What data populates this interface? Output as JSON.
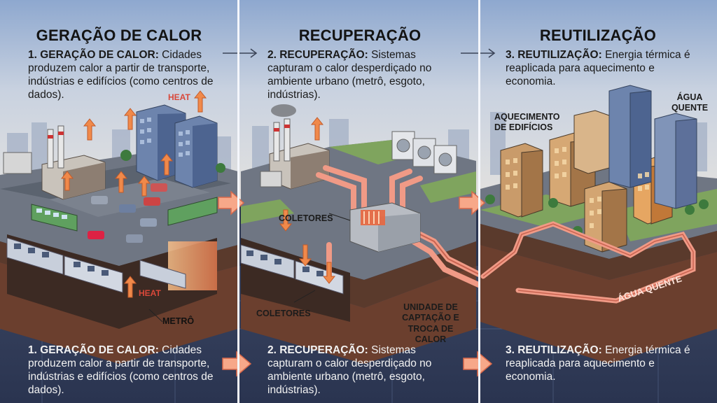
{
  "panels": [
    {
      "title": "GERAÇÃO DE CALOR",
      "step_prefix": "1. GERAÇÃO DE CALOR:",
      "step_text": " Cidades produzem calor a partir de transporte, indústrias e edifícios (como centros de dados)."
    },
    {
      "title": "RECUPERAÇÃO",
      "step_prefix": "2. RECUPERAÇÃO:",
      "step_text": " Sistemas capturam o calor desperdiçado no ambiente urbano (metrô, esgoto, indústrias)."
    },
    {
      "title": "REUTILIZAÇÃO",
      "step_prefix": "3. REUTILIZAÇÃO:",
      "step_text": " Energia térmica é reaplicada para aquecimento e economia."
    }
  ],
  "labels": {
    "heat_top": "HEAT",
    "heat_bottom": "HEAT",
    "metro": "METRÔ",
    "coletores_top": "COLETORES",
    "coletores_bottom": "COLETORES",
    "unidade": "UNIDADE DE CAPTAÇÃO E TROCA DE CALOR",
    "aquecimento": "AQUECIMENTO DE EDIFÍCIOS",
    "agua_quente_top": "ÁGUA QUENTE",
    "agua_quente_pipe": "ÁGUA QUENTE"
  },
  "colors": {
    "sky_top": "#8fa9cf",
    "sky_bottom": "#d9dde6",
    "ground_top": "#6f7a87",
    "soil": "#6b3f2e",
    "pipe": "#f09a86",
    "heat_arrow": "#f0894a",
    "flow_arrow": "#f7a889"
  }
}
